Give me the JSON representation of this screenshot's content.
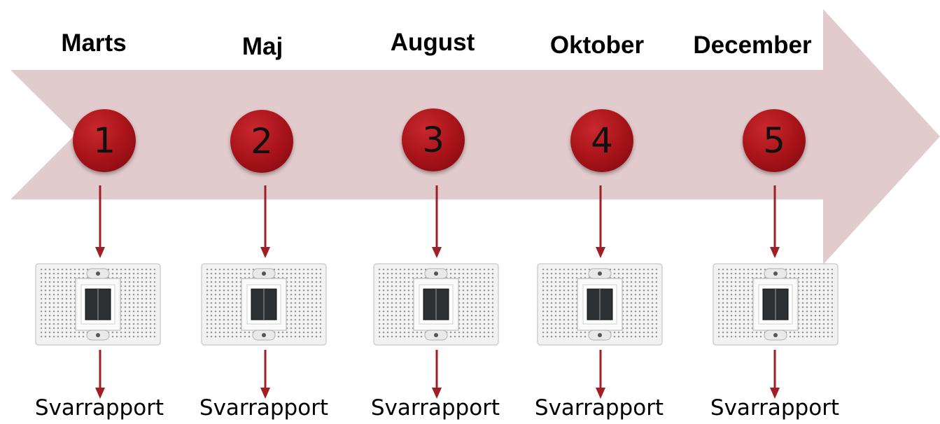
{
  "timeline": {
    "arrow_color": "#e2cbcc",
    "circle_color": "#a51218",
    "connector_color": "#a01e25",
    "months": [
      "Marts",
      "Maj",
      "August",
      "Oktober",
      "December"
    ],
    "steps": [
      "1",
      "2",
      "3",
      "4",
      "5"
    ],
    "reports": [
      "Svarrapport",
      "Svarrapport",
      "Svarrapport",
      "Svarrapport",
      "Svarrapport"
    ],
    "device_icon": "sensor-device-icon"
  }
}
